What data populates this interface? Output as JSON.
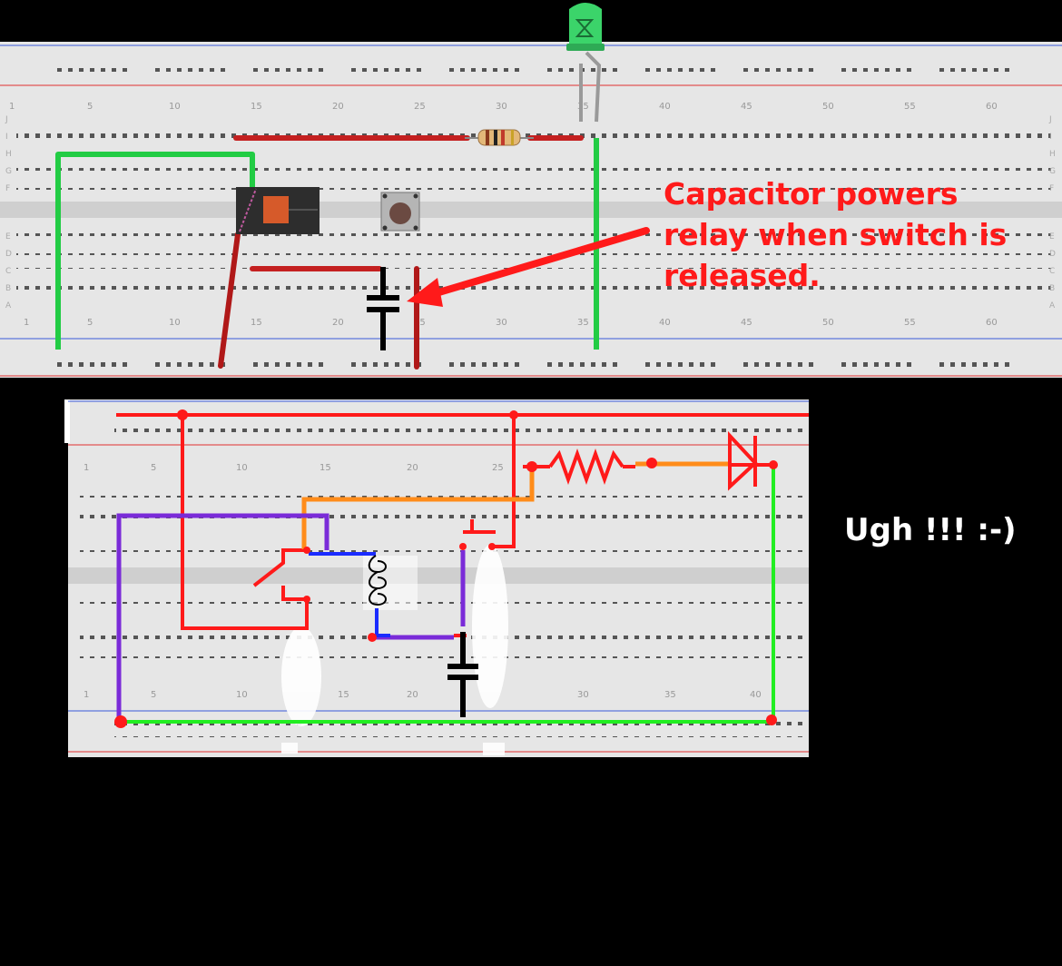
{
  "annotation": {
    "lines": [
      "Capacitor powers",
      "relay when switch is",
      "released."
    ]
  },
  "comment": "Ugh !!! :-)",
  "top_board": {
    "column_numbers": [
      "1",
      "5",
      "10",
      "15",
      "20",
      "25",
      "30",
      "35",
      "40",
      "45",
      "50",
      "55",
      "60"
    ],
    "row_letters_upper": [
      "J",
      "I",
      "H",
      "G",
      "F"
    ],
    "row_letters_lower": [
      "E",
      "D",
      "C",
      "B",
      "A"
    ]
  },
  "bottom_board": {
    "column_numbers": [
      "1",
      "5",
      "10",
      "15",
      "20",
      "25",
      "30",
      "35",
      "40"
    ]
  },
  "colors": {
    "wire_red": "#d01818",
    "wire_green": "#22cc44",
    "wire_orange": "#ff8c1a",
    "wire_purple": "#7a2bd8",
    "wire_blue": "#1a2bff",
    "annotation": "#ff1a1a",
    "led": "#3bd46a",
    "breadboard": "#e4e4e4"
  }
}
